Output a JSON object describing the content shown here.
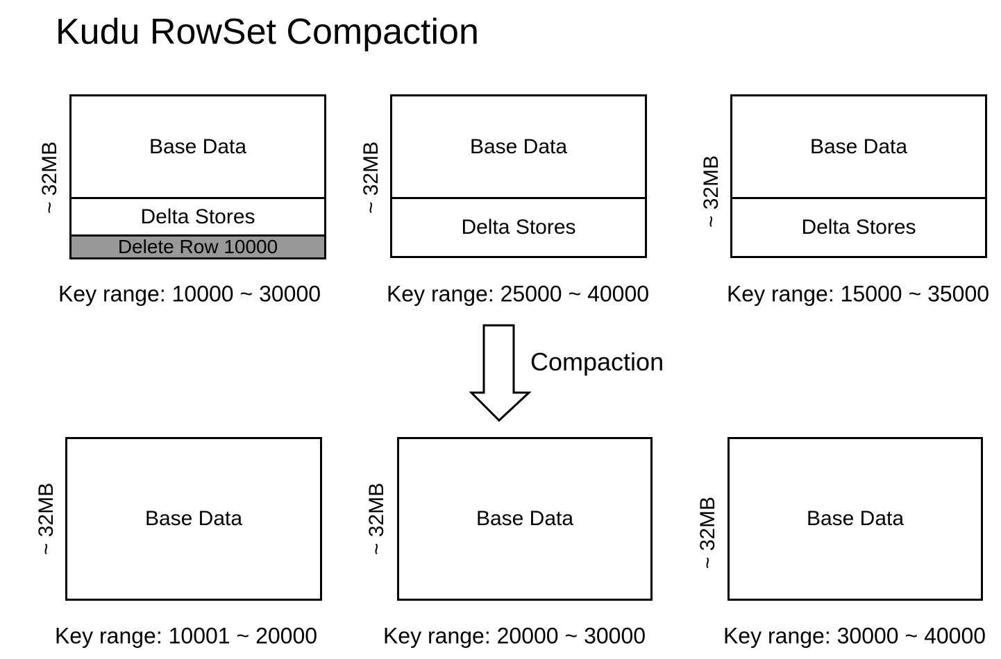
{
  "title": "Kudu RowSet Compaction",
  "arrow_label": "Compaction",
  "before": [
    {
      "size": "~ 32MB",
      "base": "Base Data",
      "delta": "Delta Stores",
      "delete": "Delete Row 10000",
      "range": "Key range: 10000 ~ 30000"
    },
    {
      "size": "~ 32MB",
      "base": "Base Data",
      "delta": "Delta Stores",
      "range": "Key range: 25000 ~ 40000"
    },
    {
      "size": "~ 32MB",
      "base": "Base Data",
      "delta": "Delta Stores",
      "range": "Key range: 15000 ~ 35000"
    }
  ],
  "after": [
    {
      "size": "~ 32MB",
      "base": "Base Data",
      "range": "Key range: 10001 ~ 20000"
    },
    {
      "size": "~ 32MB",
      "base": "Base Data",
      "range": "Key range: 20000 ~ 30000"
    },
    {
      "size": "~ 32MB",
      "base": "Base Data",
      "range": "Key range: 30000 ~ 40000"
    }
  ]
}
